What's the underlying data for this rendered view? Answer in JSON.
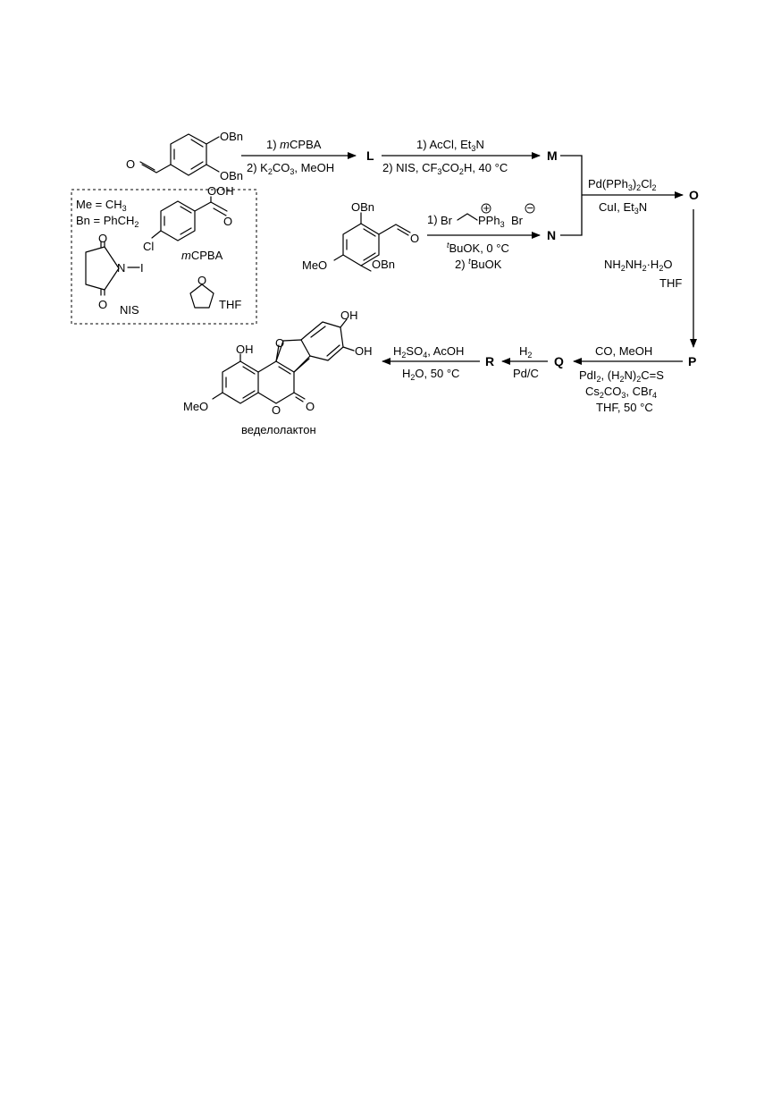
{
  "compounds": {
    "L": "L",
    "M": "M",
    "N": "N",
    "O": "O",
    "P": "P",
    "Q": "Q",
    "R": "R",
    "product_name": "веделолактон"
  },
  "start_material": {
    "sub1": "OBn",
    "sub2": "OBn",
    "carbonyl": "O"
  },
  "aryl_aldehyde_2": {
    "sub_top": "OBn",
    "sub_bottom": "OBn",
    "sub_left": "MeO",
    "carbonyl": "O"
  },
  "legend": {
    "me": "Me = CH",
    "me_sub": "3",
    "bn": "Bn = PhCH",
    "bn_sub": "2",
    "ooh": "OOH",
    "o_carbonyl": "O",
    "cl": "Cl",
    "mcpba_italic": "m",
    "mcpba_rest": "CPBA",
    "nis_o_top": "O",
    "nis_o_bottom": "O",
    "nis_n": "N",
    "nis_i": "I",
    "nis": "NIS",
    "thf_o": "O",
    "thf": "THF"
  },
  "steps": {
    "s1": {
      "top_num": "1) ",
      "top_it": "m",
      "top_rest": "CPBA",
      "bottom_a": "2) K",
      "bottom_sub1": "2",
      "bottom_b": "CO",
      "bottom_sub2": "3",
      "bottom_c": ", MeOH"
    },
    "s2": {
      "top_a": "1) AcCl, Et",
      "top_sub": "3",
      "top_b": "N",
      "bottom_a": "2) NIS, CF",
      "bottom_sub1": "3",
      "bottom_b": "CO",
      "bottom_sub2": "2",
      "bottom_c": "H, 40 °C"
    },
    "s3": {
      "num1": "1)",
      "br": "Br",
      "pph": "PPh",
      "pph_sub": "3",
      "br2": "Br",
      "plus": "+",
      "minus": "−",
      "bottom1_sup": "t",
      "bottom1": "BuOK, 0 °C",
      "bottom2_a": "2) ",
      "bottom2_sup": "t",
      "bottom2_b": "BuOK"
    },
    "s4": {
      "top_a": "Pd(PPh",
      "top_sub1": "3",
      "top_b": ")",
      "top_sub2": "2",
      "top_c": "Cl",
      "top_sub3": "2",
      "bottom_a": "CuI, Et",
      "bottom_sub": "3",
      "bottom_b": "N"
    },
    "s5": {
      "line1_a": "NH",
      "line1_sub1": "2",
      "line1_b": "NH",
      "line1_sub2": "2",
      "line1_c": "·H",
      "line1_sub3": "2",
      "line1_d": "O",
      "line2": "THF"
    },
    "s6": {
      "top": "CO, MeOH",
      "l2_a": "PdI",
      "l2_sub1": "2",
      "l2_b": ", (H",
      "l2_sub2": "2",
      "l2_c": "N)",
      "l2_sub3": "2",
      "l2_d": "C=S",
      "l3_a": "Cs",
      "l3_sub1": "2",
      "l3_b": "CO",
      "l3_sub2": "3",
      "l3_c": ", CBr",
      "l3_sub3": "4",
      "l4": "THF, 50 °C"
    },
    "s7": {
      "top_a": "H",
      "top_sub": "2",
      "bottom": "Pd/C"
    },
    "s8": {
      "top_a": "H",
      "top_sub1": "2",
      "top_b": "SO",
      "top_sub2": "4",
      "top_c": ", AcOH",
      "bottom_a": "H",
      "bottom_sub": "2",
      "bottom_b": "O, 50 °C"
    }
  },
  "product_labels": {
    "oh1": "OH",
    "oh2": "OH",
    "oh3": "OH",
    "meo": "MeO",
    "o_ring": "O",
    "o_furan": "O",
    "o_carbonyl": "O"
  }
}
